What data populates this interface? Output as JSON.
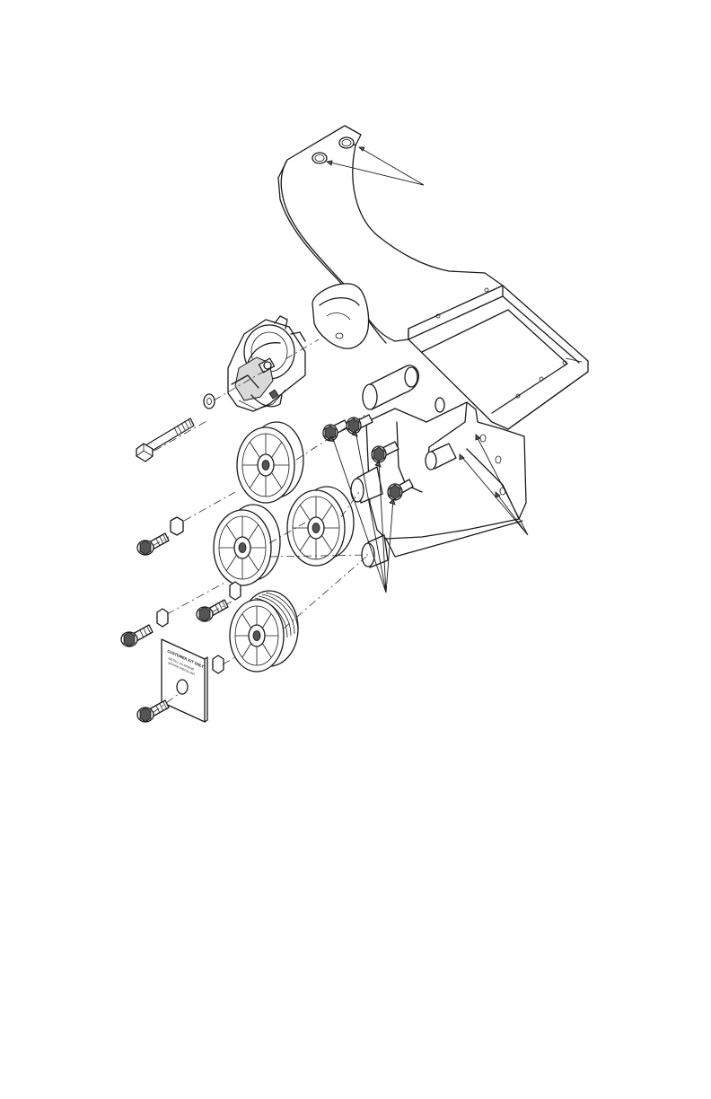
{
  "diagram": {
    "parts": [
      {
        "id": "frame-bracket",
        "name": "Mounting frame bracket"
      },
      {
        "id": "belt-tensioner",
        "name": "Belt tensioner"
      },
      {
        "id": "idler-pulley-upper",
        "name": "Idler pulley"
      },
      {
        "id": "idler-pulley-middle-left",
        "name": "Idler pulley"
      },
      {
        "id": "idler-pulley-middle-right",
        "name": "Idler pulley"
      },
      {
        "id": "grooved-pulley",
        "name": "Grooved pulley"
      },
      {
        "id": "decal-plate",
        "name": "Decal plate"
      }
    ],
    "decal": {
      "line1": "CUSTOMER KIT ONLY",
      "line2": "INSTALL ON ENGINE",
      "line3": "BEFORE INSTALLING"
    }
  }
}
